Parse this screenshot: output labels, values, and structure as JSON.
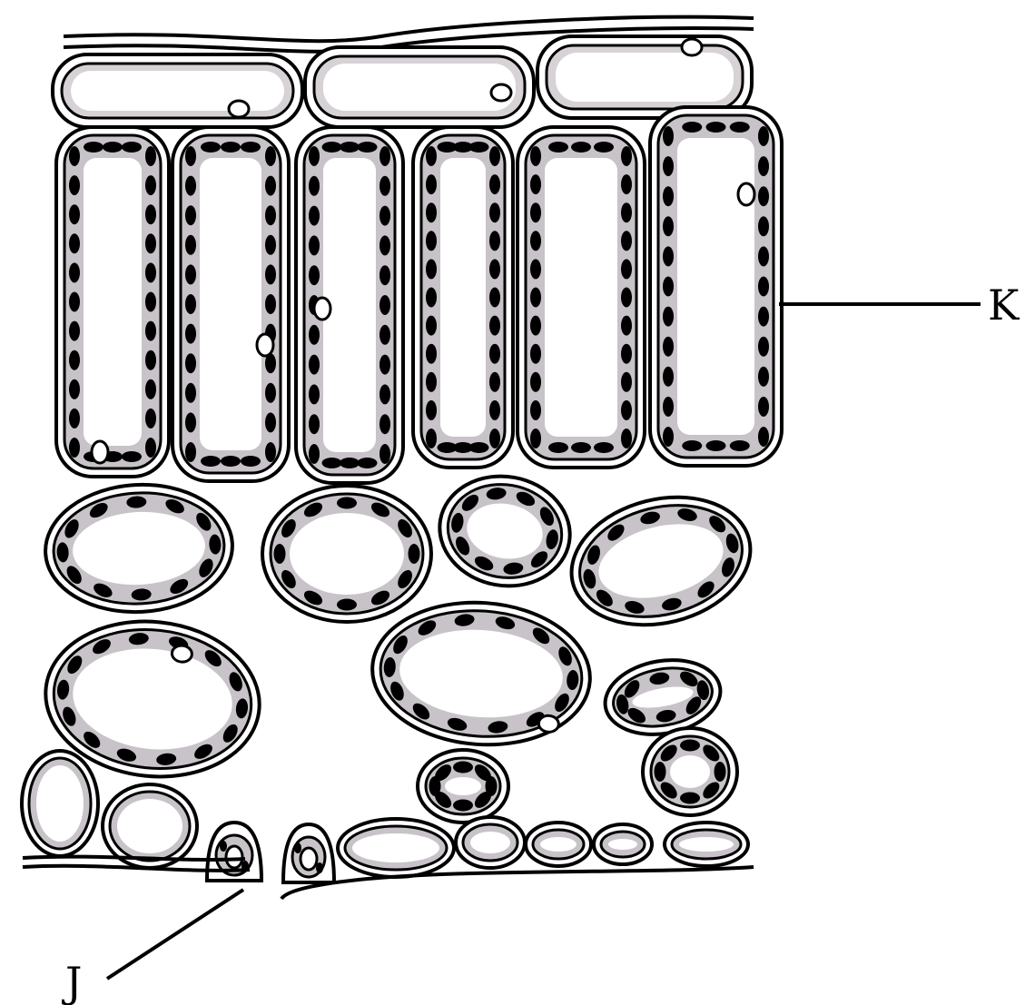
{
  "diagram": {
    "labels": [
      {
        "id": "label-k",
        "text": "K"
      },
      {
        "id": "label-j",
        "text": "J"
      }
    ],
    "colors": {
      "outline": "#000000",
      "cytoplasm": "#c8c3c8",
      "cell_interior": "#ffffff",
      "chloroplast": "#000000",
      "background": "#ffffff"
    }
  }
}
